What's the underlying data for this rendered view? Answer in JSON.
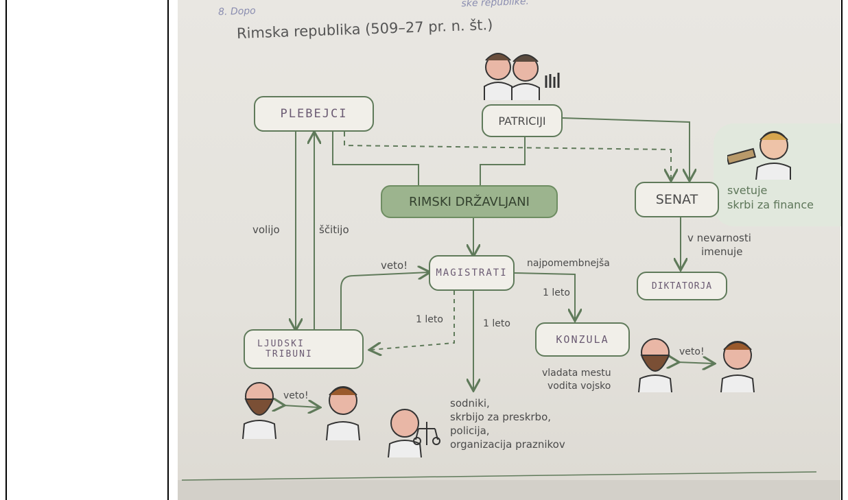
{
  "header": {
    "cut_text": "8. Dopo",
    "cut_text_right": "ske republike.",
    "title": "Rimska republika (509–27 pr. n. št.)"
  },
  "boxes": {
    "plebejci": "PLEBEJCI",
    "patriciji": "PATRICIJI",
    "rimski_drzavljani": "RIMSKI DRŽAVLJANI",
    "senat": "SENAT",
    "magistrati": "MAGISTRATI",
    "ljudski_tribuni_line1": "LJUDSKI",
    "ljudski_tribuni_line2": "TRIBUNI",
    "konzula": "KONZULA",
    "diktatorja": "DIKTATORJA"
  },
  "labels": {
    "volijo": "volijo",
    "scitijo": "ščitijo",
    "veto_magistrati": "veto!",
    "najpomembnejsa": "najpomembnejša",
    "leto_konzula": "1 leto",
    "leto_tribuni": "1 leto",
    "leto_sodniki": "1 leto",
    "senat_desc_1": "svetuje",
    "senat_desc_2": "skrbi za finance",
    "nevarnost_1": "v nevarnosti",
    "nevarnost_2": "imenuje",
    "konzula_desc_1": "vladata mestu",
    "konzula_desc_2": "vodita vojsko",
    "sodniki_1": "sodniki,",
    "sodniki_2": "skrbijo za preskrbo,",
    "sodniki_3": "policija,",
    "sodniki_4": "organizacija praznikov",
    "veto_tribuni": "veto!",
    "veto_konzula": "veto!"
  },
  "colors": {
    "green_line": "#5f7a5a",
    "main_box": "#9cb48e",
    "paper": "#e6e4de"
  }
}
